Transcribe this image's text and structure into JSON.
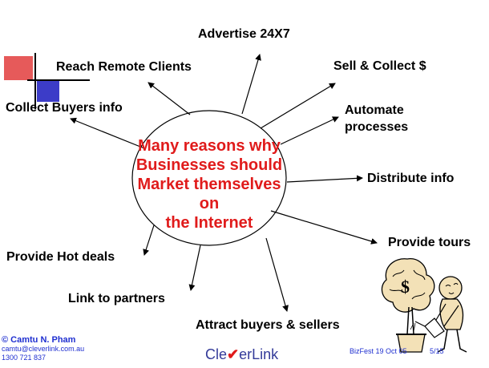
{
  "center": {
    "line1": "Many reasons why",
    "line2": "Businesses should",
    "line3": "Market themselves on",
    "line4": "the Internet"
  },
  "reasons": {
    "advertise": "Advertise 24X7",
    "reach": "Reach Remote Clients",
    "sell": "Sell & Collect $",
    "collect": "Collect Buyers info",
    "automate_1": "Automate",
    "automate_2": "processes",
    "distribute": "Distribute info",
    "tours": "Provide tours",
    "hot_deals": "Provide Hot deals",
    "partners": "Link to partners",
    "attract": "Attract buyers & sellers"
  },
  "footer": {
    "copyright": "© Camtu N. Pham",
    "email": "camtu@cleverlink.com.au",
    "phone": "1300 721 837",
    "logo_part1": "Cle",
    "logo_check": "✔",
    "logo_part2": "erLink",
    "event": "BizFest 19 Oct 05",
    "page": "5/15"
  },
  "colors": {
    "accent_red": "#e01b1b",
    "footer_blue": "#1f2fd0"
  }
}
